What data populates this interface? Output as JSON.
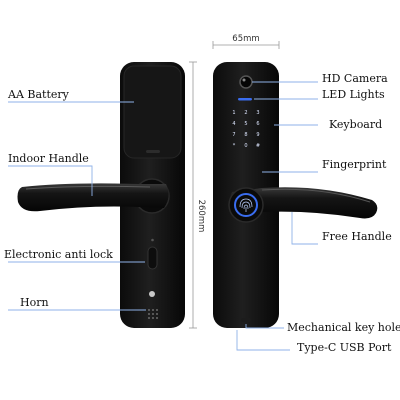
{
  "dimensions": {
    "width": "65mm",
    "height": "260mm"
  },
  "labels": {
    "aa_battery": "AA Battery",
    "indoor_handle": "Indoor Handle",
    "electronic_anti_lock": "Electronic anti lock",
    "horn": "Horn",
    "hd_camera": "HD Camera",
    "led_lights": "LED Lights",
    "keyboard": "Keyboard",
    "fingerprint": "Fingerprint",
    "free_handle": "Free Handle",
    "mechanical_key_hole": "Mechanical key hole",
    "type_c_usb_port": "Type-C USB Port"
  },
  "keypad": {
    "keys": [
      "1",
      "2",
      "3",
      "4",
      "5",
      "6",
      "7",
      "8",
      "9",
      "*",
      "0",
      "#"
    ]
  },
  "colors": {
    "lock_body": "#111111",
    "led_blue": "#3a6df0",
    "leader_line": "#8fb2e8",
    "text": "#111111"
  }
}
